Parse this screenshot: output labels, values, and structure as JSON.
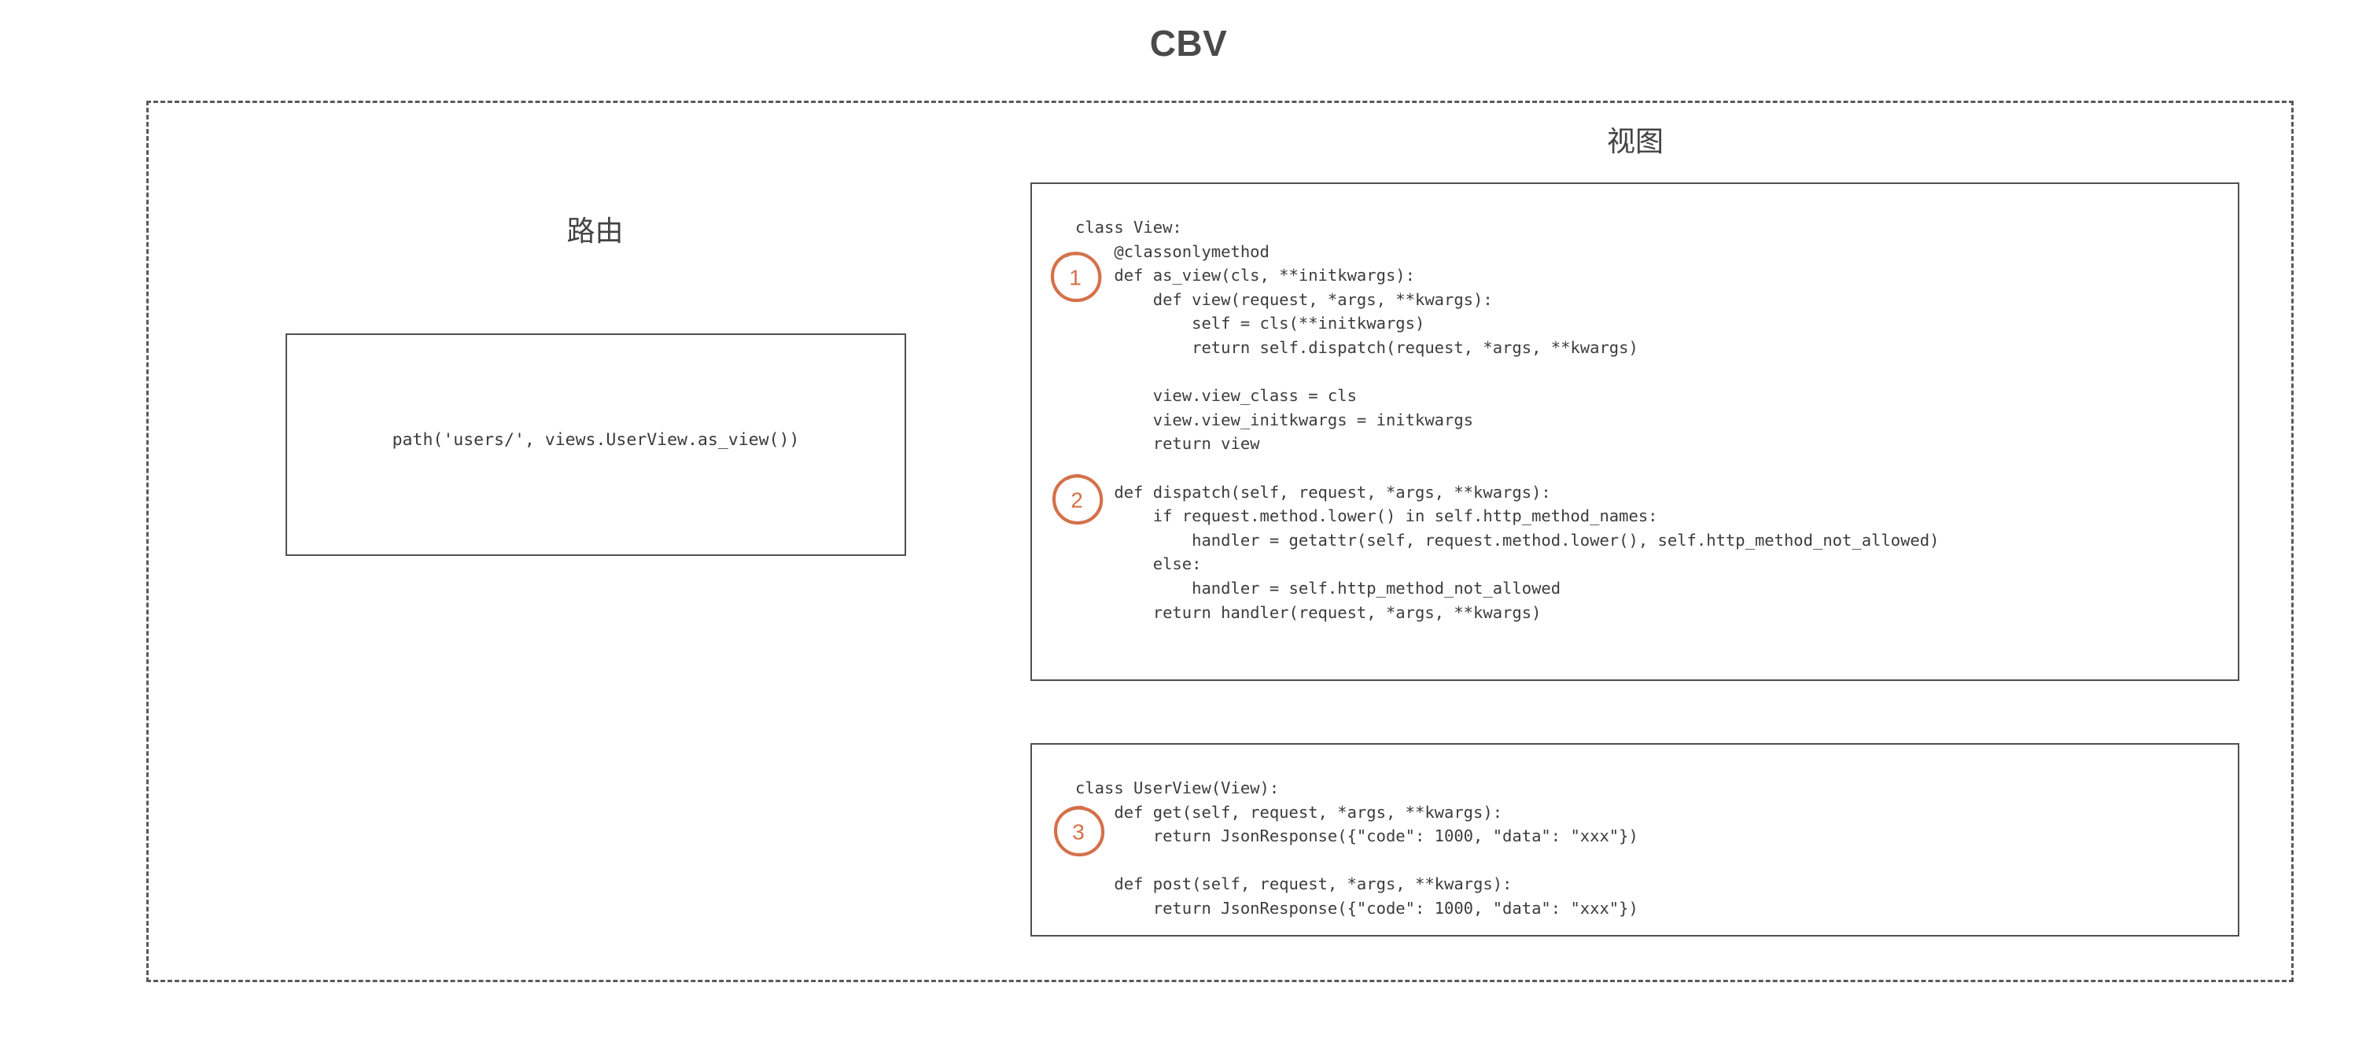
{
  "page": {
    "title": "CBV",
    "background_color": "#ffffff",
    "text_color": "#3c3c3c",
    "accent_color": "#d4714a",
    "border_color": "#4f4f4f",
    "dashed_border_color": "#5a5a5a"
  },
  "sections": {
    "route": {
      "heading": "路由",
      "code": "path('users/', views.UserView.as_view())"
    },
    "view": {
      "heading": "视图",
      "code_blocks": [
        {
          "id": "view-base-class",
          "code": "class View:\n    @classonlymethod\n    def as_view(cls, **initkwargs):\n        def view(request, *args, **kwargs):\n            self = cls(**initkwargs)\n            return self.dispatch(request, *args, **kwargs)\n\n        view.view_class = cls\n        view.view_initkwargs = initkwargs\n        return view\n\n    def dispatch(self, request, *args, **kwargs):\n        if request.method.lower() in self.http_method_names:\n            handler = getattr(self, request.method.lower(), self.http_method_not_allowed)\n        else:\n            handler = self.http_method_not_allowed\n        return handler(request, *args, **kwargs)"
        },
        {
          "id": "user-view-subclass",
          "code": "class UserView(View):\n    def get(self, request, *args, **kwargs):\n        return JsonResponse({\"code\": 1000, \"data\": \"xxx\"})\n\n    def post(self, request, *args, **kwargs):\n        return JsonResponse({\"code\": 1000, \"data\": \"xxx\"})"
        }
      ]
    }
  },
  "markers": [
    {
      "label": "1",
      "target": "as_view"
    },
    {
      "label": "2",
      "target": "dispatch"
    },
    {
      "label": "3",
      "target": "get"
    }
  ]
}
